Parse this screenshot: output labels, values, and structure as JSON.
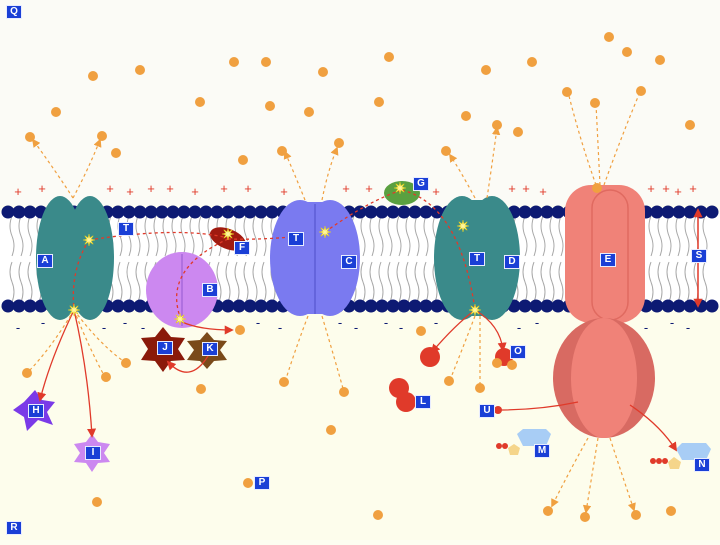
{
  "colors": {
    "background": "#fdfdf1",
    "membrane_head": "#0d1a73",
    "membrane_tail": "#a8a8a8",
    "ion": "#f0a040",
    "signal_red": "#e03a2a",
    "teal_protein": "#3a8a8a",
    "purple_protein": "#cc88f0",
    "blue_protein": "#7a7af0",
    "pink_protein": "#f08278",
    "green_protein": "#5aa040",
    "label_bg": "#1a3fd6",
    "label_text": "#ffffff"
  },
  "membrane": {
    "outer_charge": "+",
    "inner_charge": "-"
  },
  "labels": {
    "A": "A",
    "B": "B",
    "C": "C",
    "D": "D",
    "E": "E",
    "F": "F",
    "G": "G",
    "H": "H",
    "I": "I",
    "J": "J",
    "K": "K",
    "L": "L",
    "M": "M",
    "N": "N",
    "O": "O",
    "P": "P",
    "Q": "Q",
    "R": "R",
    "S": "S",
    "T1": "T",
    "T2": "T",
    "T3": "T",
    "U": "U"
  }
}
